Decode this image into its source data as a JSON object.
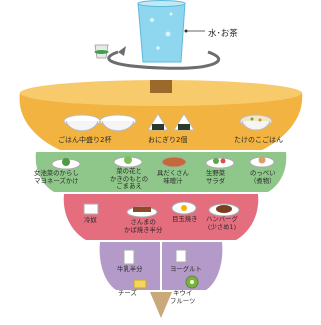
{
  "top": {
    "label": "水･お茶"
  },
  "tiers": {
    "grains": {
      "color": "#f2b340",
      "items": [
        "ごはん中盛り2杯",
        "おにぎり2個",
        "たけのこごはん"
      ]
    },
    "vegetables": {
      "color": "#8fc78a",
      "items": [
        "女池菜のからし\nマヨネーズかけ",
        "菜の花と\nかきのもとの\nごまあえ",
        "具だくさん\n味噌汁",
        "生野菜\nサラダ",
        "のっぺい\n（煮物）"
      ]
    },
    "protein": {
      "color": "#e46d7e",
      "items": [
        "冷奴",
        "さんまの\nかば焼き半分",
        "目玉焼き",
        "ハンバーグ\n(少さめ1)"
      ]
    },
    "dairy": {
      "color": "#b49ac9",
      "items": [
        "牛乳半分",
        "ヨーグルト",
        "チーズ"
      ]
    },
    "fruit": {
      "color": "#b49ac9",
      "items": [
        "牛乳半分",
        "キウイ\nフルーツ"
      ]
    }
  }
}
